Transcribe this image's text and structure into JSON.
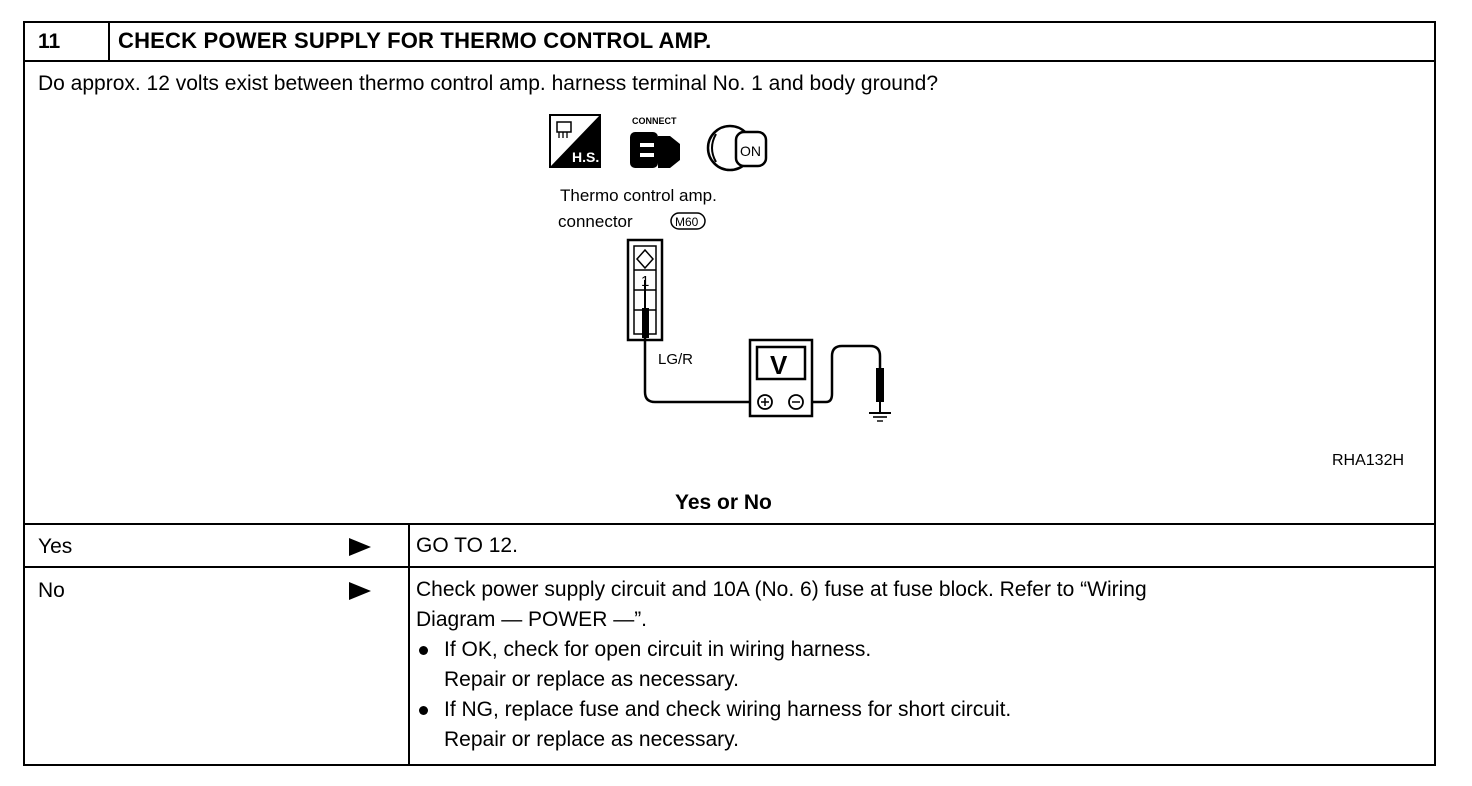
{
  "step": {
    "number": "11",
    "title": "CHECK POWER SUPPLY FOR THERMO CONTROL AMP."
  },
  "question": "Do approx. 12 volts exist between thermo control amp. harness terminal No. 1 and body ground?",
  "figure": {
    "icons": {
      "hs_label": "H.S.",
      "connect_label": "CONNECT",
      "ignition_label": "ON"
    },
    "connector_label_line1": "Thermo control amp.",
    "connector_label_line2": "connector",
    "connector_id": "M60",
    "terminal_number": "1",
    "wire_color": "LG/R",
    "meter_symbol": "V",
    "figure_code": "RHA132H"
  },
  "yes_or_no_heading": "Yes or No",
  "rows": [
    {
      "label": "Yes",
      "action": "GO TO 12."
    },
    {
      "label": "No",
      "action_line1": "Check power supply circuit and 10A (No. 6) fuse at fuse block. Refer to “Wiring",
      "action_line2": "Diagram — POWER —”.",
      "bullets": [
        {
          "line1": "If OK, check for open circuit in wiring harness.",
          "line2": "Repair or replace as necessary."
        },
        {
          "line1": "If NG, replace fuse and check wiring harness for short circuit.",
          "line2": "Repair or replace as necessary."
        }
      ]
    }
  ]
}
